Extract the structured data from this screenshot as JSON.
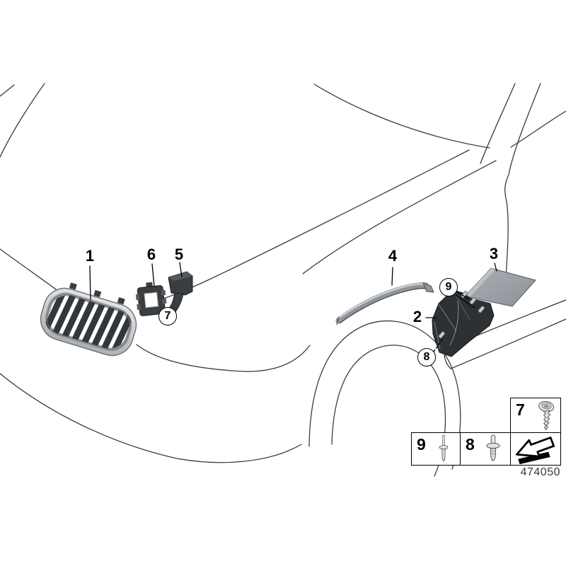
{
  "diagram": {
    "type": "parts-diagram",
    "code": "474050",
    "background": "#ffffff",
    "line_color": "#3b3b3b"
  },
  "callouts": {
    "plain": [
      {
        "label": "1"
      },
      {
        "label": "2"
      },
      {
        "label": "3"
      },
      {
        "label": "4"
      },
      {
        "label": "5"
      },
      {
        "label": "6"
      }
    ],
    "circled": [
      {
        "label": "7"
      },
      {
        "label": "8"
      },
      {
        "label": "9"
      }
    ]
  },
  "legend": {
    "cells": [
      {
        "label": "7",
        "icon": "screw-icon"
      },
      {
        "label": "9",
        "icon": "blind-rivet-icon"
      },
      {
        "label": "8",
        "icon": "expanding-rivet-icon"
      },
      {
        "label": "",
        "icon": "direction-arrow-icon"
      }
    ],
    "code_label": "474050"
  },
  "colors": {
    "part_dark": "#2e3134",
    "part_gray": "#9aa0a5",
    "frame_silver": "#c9cccf",
    "slat_dark": "#34373a"
  }
}
